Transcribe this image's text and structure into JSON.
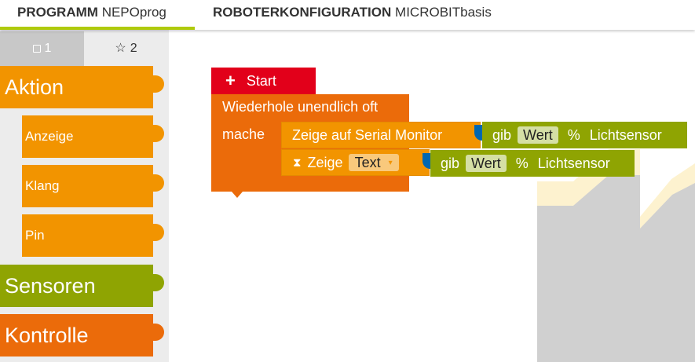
{
  "tabs": {
    "program": {
      "label": "PROGRAMM",
      "name": "NEPOprog"
    },
    "robot": {
      "label": "ROBOTERKONFIGURATION",
      "name": "MICROBITbasis"
    }
  },
  "toolbox": {
    "tabs": [
      {
        "label": "1"
      },
      {
        "label": "2"
      }
    ],
    "categories": [
      {
        "label": "Aktion"
      },
      {
        "label": "Anzeige"
      },
      {
        "label": "Klang"
      },
      {
        "label": "Pin"
      },
      {
        "label": "Sensoren"
      },
      {
        "label": "Kontrolle"
      }
    ]
  },
  "blocks": {
    "start": {
      "plus": "+",
      "label": "Start"
    },
    "loop": {
      "label": "Wiederhole unendlich oft",
      "do": "mache"
    },
    "serial": {
      "label": "Zeige auf Serial Monitor"
    },
    "show": {
      "label": "Zeige",
      "dropdown": "Text",
      "arrow": "▾"
    },
    "get1": {
      "label": "gib",
      "field": "Wert",
      "percent": "%",
      "sensor": "Lichtsensor"
    },
    "get2": {
      "label": "gib",
      "field": "Wert",
      "percent": "%",
      "sensor": "Lichtsensor"
    }
  },
  "colors": {
    "accent_green": "#afca0b",
    "action_orange": "#f29400",
    "sensor_green": "#8fa402",
    "control_orange": "#eb6b0a",
    "start_red": "#e2001a"
  }
}
